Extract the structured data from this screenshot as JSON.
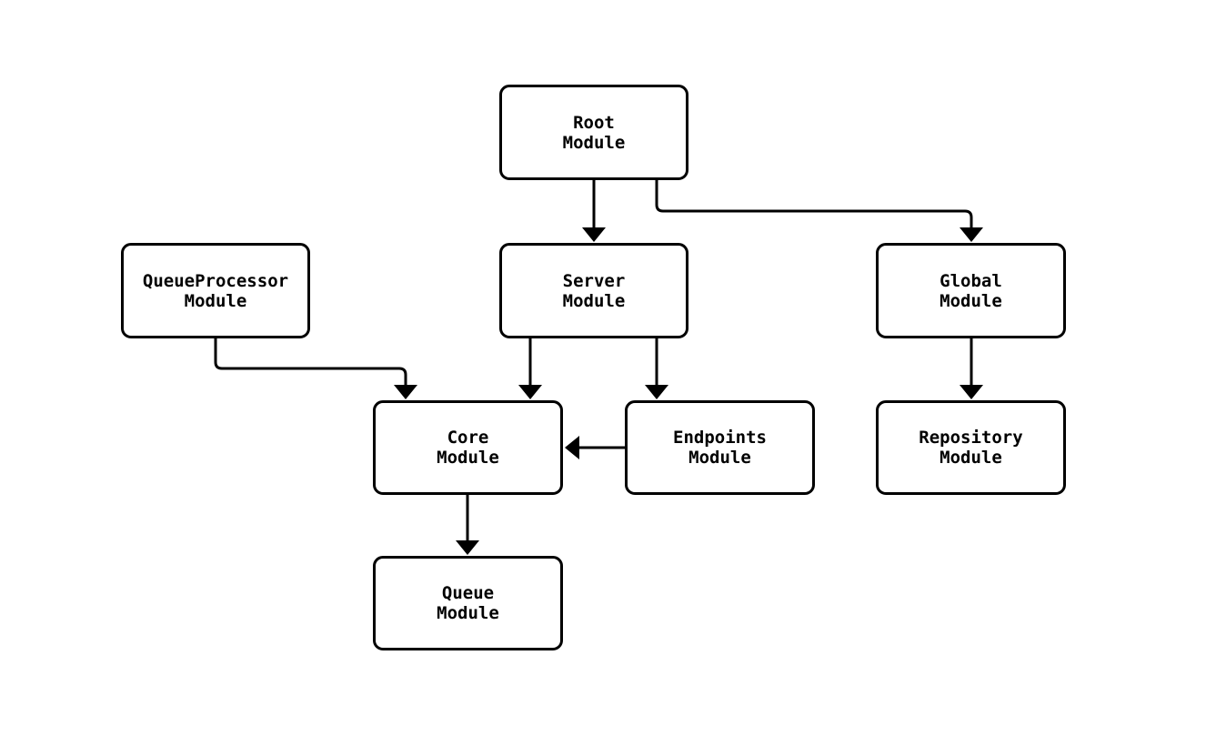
{
  "diagram": {
    "type": "module-dependency-flowchart",
    "background_color": "#ffffff",
    "line_color": "#000000",
    "node_fill_color": "#ffffff",
    "text_color": "#000000",
    "nodes": {
      "root": {
        "line1": "Root",
        "line2": "Module"
      },
      "queueprocessor": {
        "line1": "QueueProcessor",
        "line2": "Module"
      },
      "server": {
        "line1": "Server",
        "line2": "Module"
      },
      "global": {
        "line1": "Global",
        "line2": "Module"
      },
      "core": {
        "line1": "Core",
        "line2": "Module"
      },
      "endpoints": {
        "line1": "Endpoints",
        "line2": "Module"
      },
      "repository": {
        "line1": "Repository",
        "line2": "Module"
      },
      "queue": {
        "line1": "Queue",
        "line2": "Module"
      }
    },
    "edges": [
      {
        "from": "Root Module",
        "to": "Server Module",
        "style": "arrow-down"
      },
      {
        "from": "Root Module",
        "to": "Global Module",
        "style": "arrow-elbow-right-down"
      },
      {
        "from": "QueueProcessor Module",
        "to": "Core Module",
        "style": "arrow-elbow-right-down"
      },
      {
        "from": "Server Module",
        "to": "Core Module",
        "style": "arrow-down"
      },
      {
        "from": "Server Module",
        "to": "Endpoints Module",
        "style": "arrow-down"
      },
      {
        "from": "Endpoints Module",
        "to": "Core Module",
        "style": "arrow-left"
      },
      {
        "from": "Global Module",
        "to": "Repository Module",
        "style": "arrow-down"
      },
      {
        "from": "Core Module",
        "to": "Queue Module",
        "style": "arrow-down"
      }
    ]
  }
}
